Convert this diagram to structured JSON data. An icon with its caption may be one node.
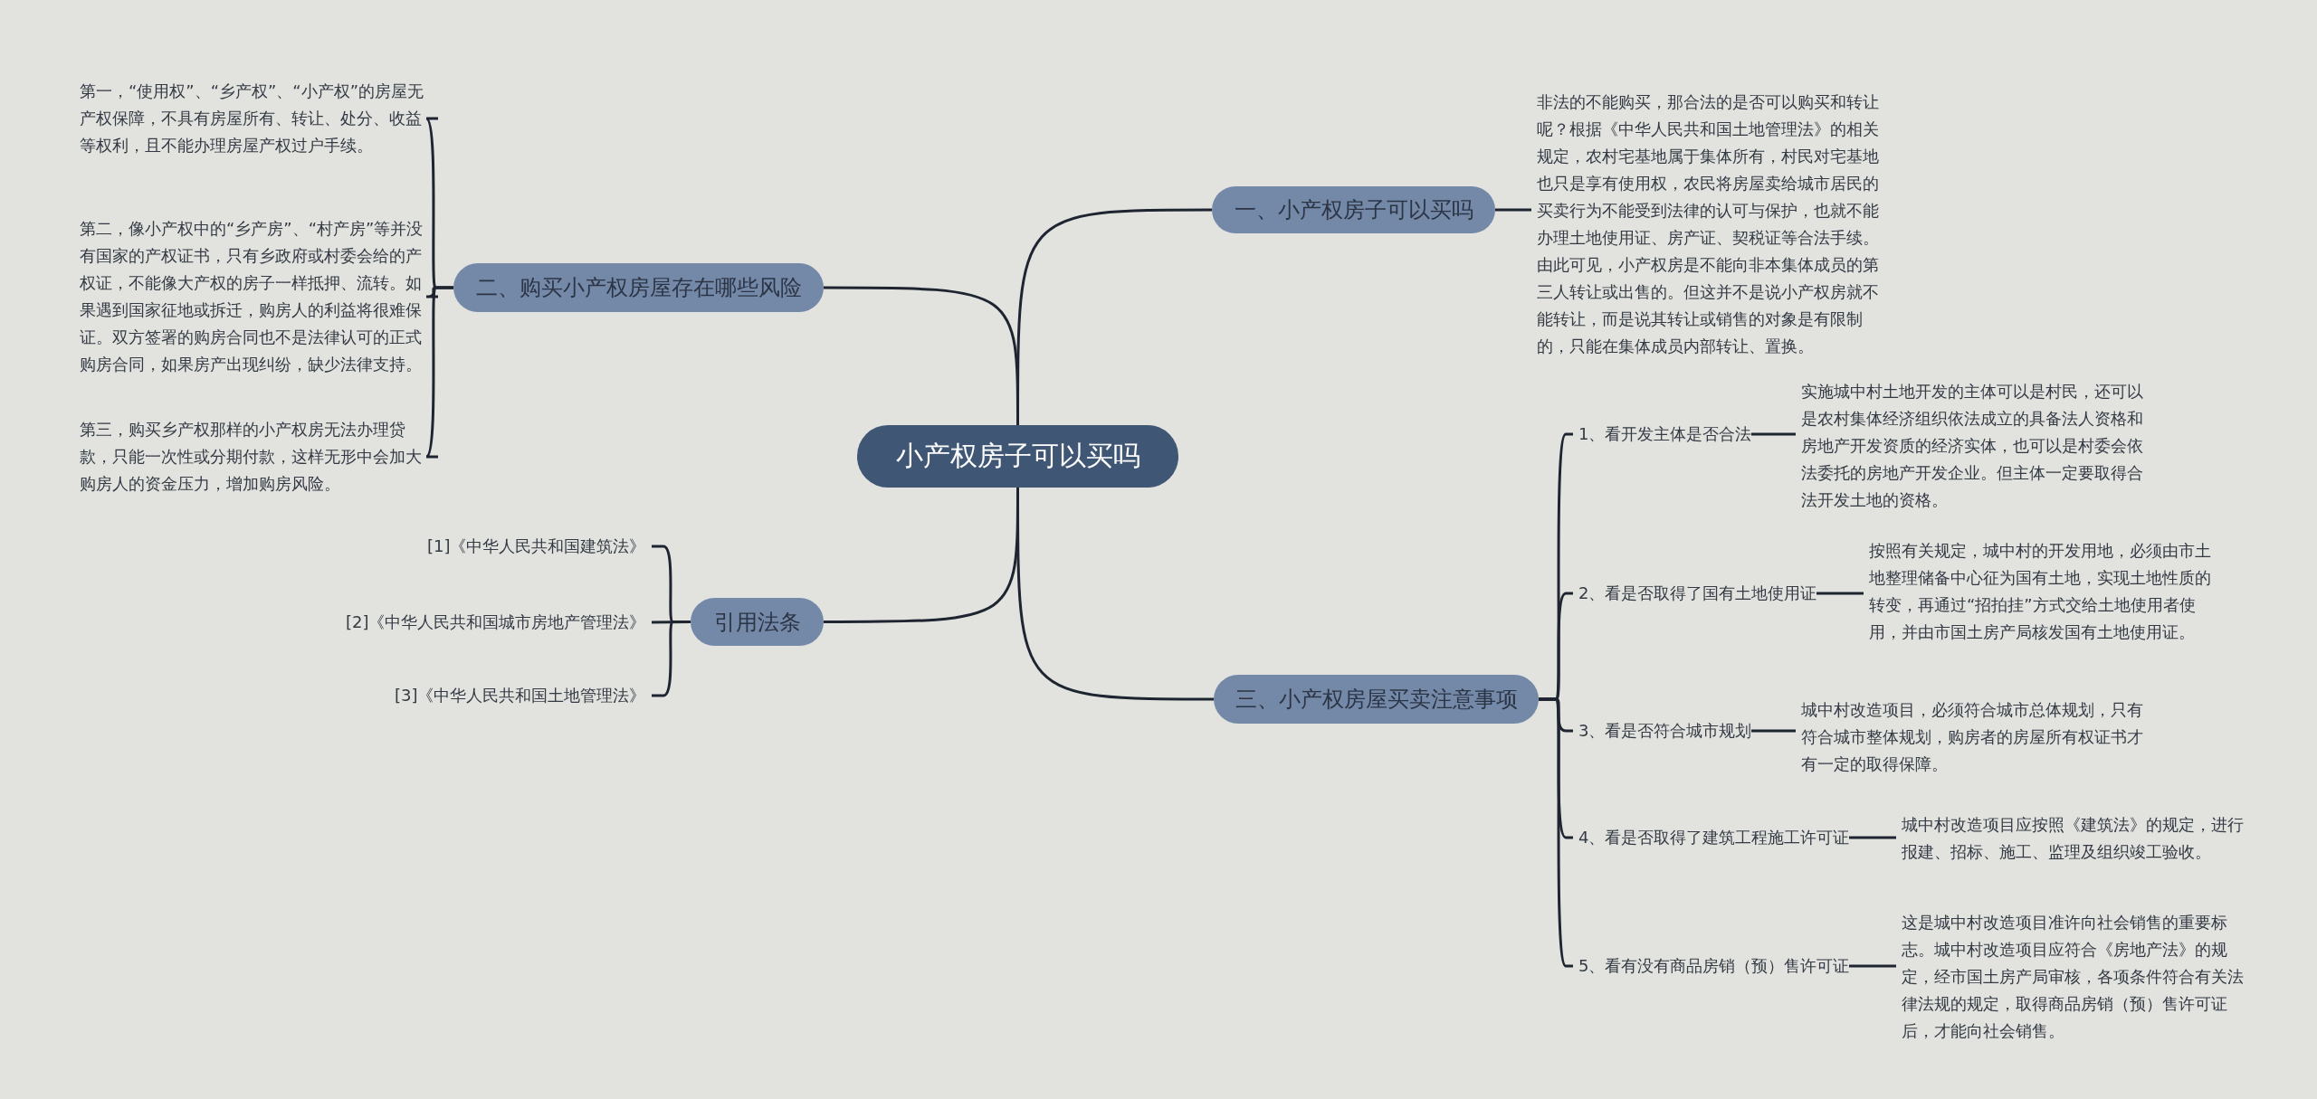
{
  "diagram": {
    "nodes": [
      {
        "text": [
          "小产权房子可以买吗"
        ]
      },
      {
        "text": [
          "一、小产权房子可以买吗"
        ]
      },
      {
        "text": [
          "非法的不能购买，那合法的是否可以购买和转让呢？根据《中华人民共和国土地管理法》的相关规定，农村宅基地属于集体所有，村民对宅基地也只是享有使用权，农民将房屋卖给城市居民的买卖行为不能受到法律的认可与保护，也就不能办理土地使用证、房产证、契税证等合法手续。由此可见，小产权房是不能向非本集体成员的第三人转让或出售的。但这并不是说小产权房就不能转让，而是说其转让或销售的对象是有限制的，只能在集体成员内部转让、置换。"
        ]
      },
      {
        "text": [
          "二、购买小产权房屋存在哪些风险"
        ]
      },
      {
        "text": [
          "第一，“使用权”、“乡产权”、“小产权”的房屋无产权保障，不具有房屋所有、转让、处分、收益等权利，且不能办理房屋产权过户手续。"
        ]
      },
      {
        "text": [
          "第二，像小产权中的“乡产房”、“村产房”等并没有国家的产权证书，只有乡政府或村委会给的产权证，不能像大产权的房子一样抵押、流转。如果遇到国家征地或拆迁，购房人的利益将很难保证。双方签署的购房合同也不是法律认可的正式购房合同，如果房产出现纠纷，缺少法律支持。"
        ]
      },
      {
        "text": [
          "第三，购买乡产权那样的小产权房无法办理贷款，只能一次性或分期付款，这样无形中会加大购房人的资金压力，增加购房风险。"
        ]
      },
      {
        "text": [
          "引用法条"
        ]
      },
      {
        "text": [
          "[1]《中华人民共和国建筑法》"
        ]
      },
      {
        "text": [
          "[2]《中华人民共和国城市房地产管理法》"
        ]
      },
      {
        "text": [
          "[3]《中华人民共和国土地管理法》"
        ]
      },
      {
        "text": [
          "三、小产权房屋买卖注意事项"
        ]
      },
      {
        "text": [
          "1、看开发主体是否合法"
        ]
      },
      {
        "text": [
          "实施城中村土地开发的主体可以是村民，还可以是农村集体经济组织依法成立的具备法人资格和房地产开发资质的经济实体，也可以是村委会依法委托的房地产开发企业。但主体一定要取得合法开发土地的资格。"
        ]
      },
      {
        "text": [
          "2、看是否取得了国有土地使用证"
        ]
      },
      {
        "text": [
          "按照有关规定，城中村的开发用地，必须由市土地整理储备中心征为国有土地，实现土地性质的转变，再通过“招拍挂”方式交给土地使用者使用，并由市国土房产局核发国有土地使用证。"
        ]
      },
      {
        "text": [
          "3、看是否符合城市规划"
        ]
      },
      {
        "text": [
          "城中村改造项目，必须符合城市总体规划，只有符合城市整体规划，购房者的房屋所有权证书才有一定的取得保障。"
        ]
      },
      {
        "text": [
          "4、看是否取得了建筑工程施工许可证"
        ]
      },
      {
        "text": [
          "城中村改造项目应按照《建筑法》的规定，进行报建、招标、施工、监理及组织竣工验收。"
        ]
      },
      {
        "text": [
          "5、看有没有商品房销（预）售许可证"
        ]
      },
      {
        "text": [
          "这是城中村改造项目准许向社会销售的重要标志。城中村改造项目应符合《房地产法》的规定，经市国土房产局审核，各项条件符合有关法律法规的规定，取得商品房销（预）售许可证后，才能向社会销售。"
        ]
      }
    ],
    "edges": [
      {
        "from": 0,
        "to": 1,
        "arrow": "none"
      },
      {
        "from": 1,
        "to": 2,
        "arrow": "none"
      },
      {
        "from": 0,
        "to": 3,
        "arrow": "none"
      },
      {
        "from": 3,
        "to": 4,
        "arrow": "none"
      },
      {
        "from": 3,
        "to": 5,
        "arrow": "none"
      },
      {
        "from": 3,
        "to": 6,
        "arrow": "none"
      },
      {
        "from": 0,
        "to": 7,
        "arrow": "none"
      },
      {
        "from": 7,
        "to": 8,
        "arrow": "none"
      },
      {
        "from": 7,
        "to": 9,
        "arrow": "none"
      },
      {
        "from": 7,
        "to": 10,
        "arrow": "none"
      },
      {
        "from": 0,
        "to": 11,
        "arrow": "none"
      },
      {
        "from": 11,
        "to": 12,
        "arrow": "none"
      },
      {
        "from": 12,
        "to": 13,
        "arrow": "none"
      },
      {
        "from": 11,
        "to": 14,
        "arrow": "none"
      },
      {
        "from": 14,
        "to": 15,
        "arrow": "none"
      },
      {
        "from": 11,
        "to": 16,
        "arrow": "none"
      },
      {
        "from": 16,
        "to": 17,
        "arrow": "none"
      },
      {
        "from": 11,
        "to": 18,
        "arrow": "none"
      },
      {
        "from": 18,
        "to": 19,
        "arrow": "none"
      },
      {
        "from": 11,
        "to": 20,
        "arrow": "none"
      },
      {
        "from": 20,
        "to": 21,
        "arrow": "none"
      }
    ]
  }
}
